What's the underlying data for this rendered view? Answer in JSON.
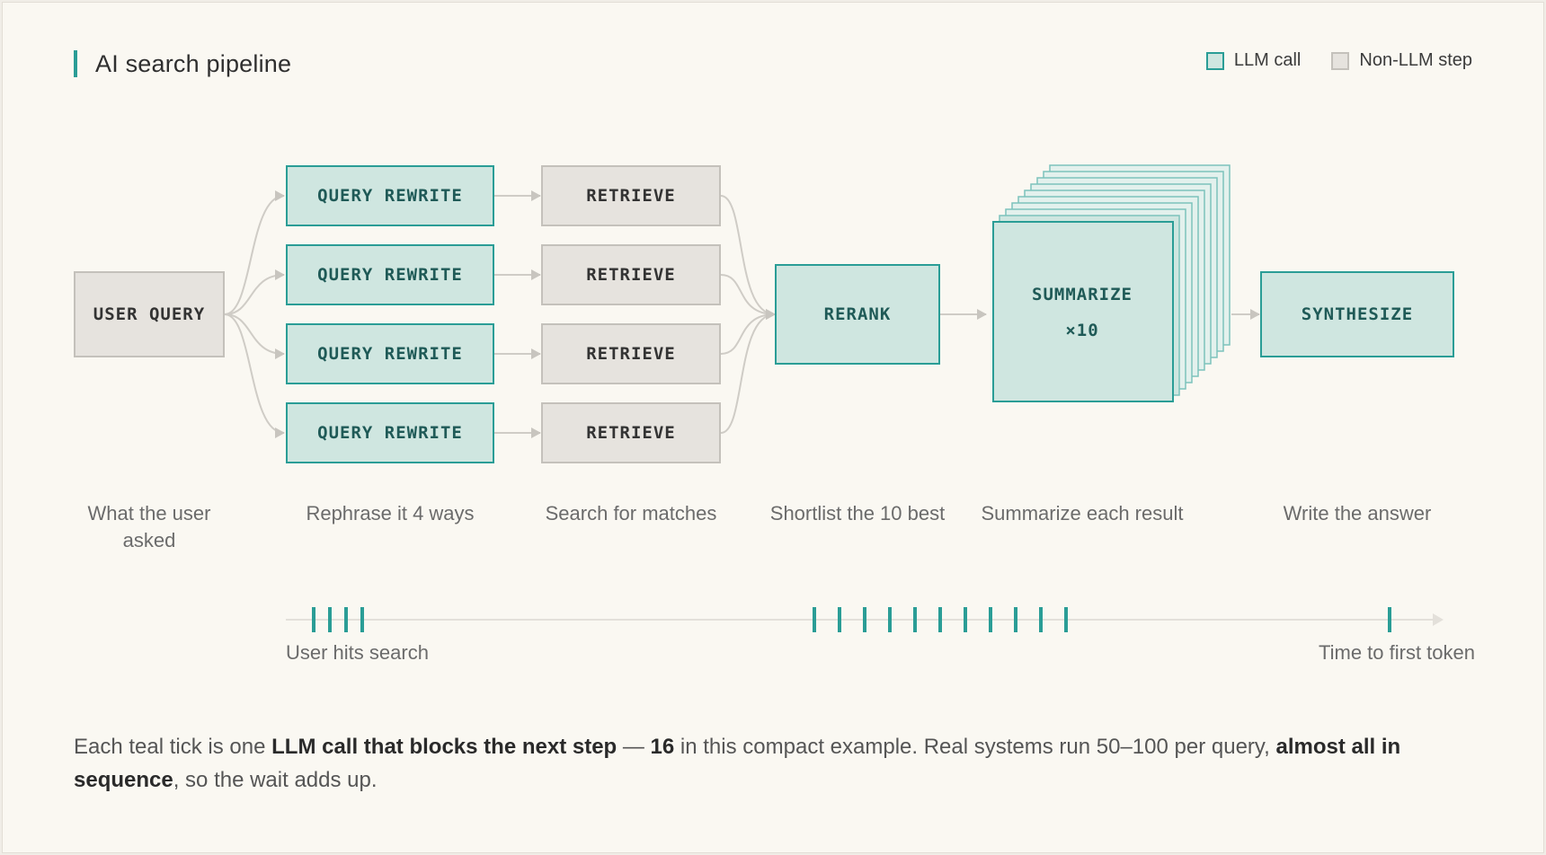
{
  "title": "AI search pipeline",
  "legend": {
    "llm_label": "LLM call",
    "non_llm_label": "Non-LLM step",
    "llm_color": "#2a9d96",
    "llm_fill": "#cfe6e0",
    "non_llm_fill": "#e6e3de"
  },
  "nodes": {
    "user_query": "USER QUERY",
    "query_rewrite": "QUERY REWRITE",
    "retrieve": "RETRIEVE",
    "rerank": "RERANK",
    "summarize": "SUMMARIZE",
    "summarize_count": "×10",
    "synthesize": "SYNTHESIZE"
  },
  "query_rewrite_count": 4,
  "summarize_stack_count": 10,
  "captions": {
    "user_query": "What the user asked",
    "rewrite": "Rephrase it 4 ways",
    "retrieve": "Search for matches",
    "rerank": "Shortlist the 10 best",
    "summarize": "Summarize each result",
    "synthesize": "Write the answer"
  },
  "timeline": {
    "start_label": "User hits search",
    "end_label": "Time to first token",
    "groups": [
      4,
      11,
      1
    ]
  },
  "footnote": {
    "p1": "Each teal tick is one ",
    "b1": "LLM call that blocks the next step",
    "p2": " — ",
    "b2": "16",
    "p3": " in this compact example. Real systems run 50–100 per query, ",
    "b3": "almost all in sequence",
    "p4": ", so the wait adds up."
  }
}
